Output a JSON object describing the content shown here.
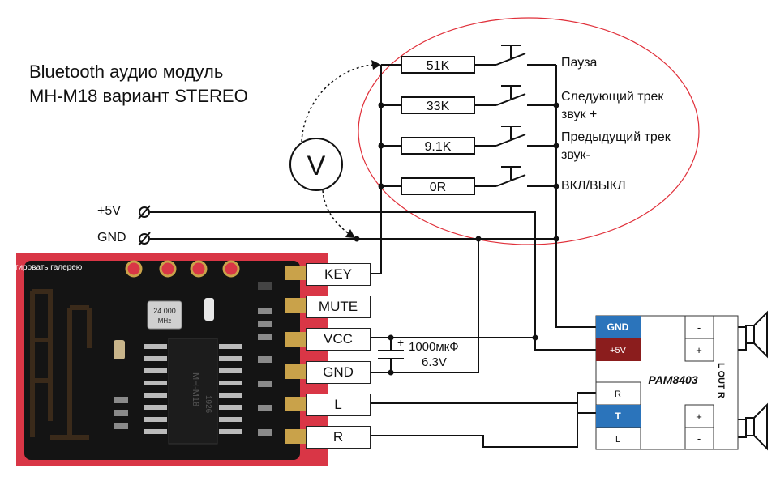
{
  "title": {
    "line1": "Bluetooth аудио модуль",
    "line2": "MH-M18 вариант STEREO"
  },
  "gallery_link": "дактировать галерею",
  "voltmeter": "V",
  "resistors": [
    "51K",
    "33K",
    "9.1K",
    "0R"
  ],
  "switch_labels": {
    "pause": "Пауза",
    "next_1": "Следующий трек",
    "next_2": "звук +",
    "prev_1": "Предыдущий трек",
    "prev_2": "звук-",
    "power": "ВКЛ/ВЫКЛ"
  },
  "supply": {
    "plus5v": "+5V",
    "gnd": "GND"
  },
  "module_pins": [
    "KEY",
    "MUTE",
    "VCC",
    "GND",
    "L",
    "R"
  ],
  "chip": {
    "crystal_1": "24.000",
    "crystal_2": "MHz",
    "ic_1": "MH-M18",
    "ic_2": "1926"
  },
  "capacitor": {
    "label_1": "1000мкФ",
    "label_2": "6.3V",
    "plus": "+"
  },
  "amp": {
    "name": "PAM8403",
    "gnd": "GND",
    "plus5v": "+5V",
    "r": "R",
    "t": "T",
    "l": "L",
    "out_label": "L OUT R",
    "top_minus": "-",
    "top_plus": "+",
    "bot_plus": "+",
    "bot_minus": "-"
  },
  "colors": {
    "board_red": "#d93646",
    "pcb_black": "#141414",
    "gold": "#c9a24a",
    "amp_blue": "#2b74bb",
    "amp_red": "#8b1d1d",
    "ellipse": "#e0303a"
  }
}
